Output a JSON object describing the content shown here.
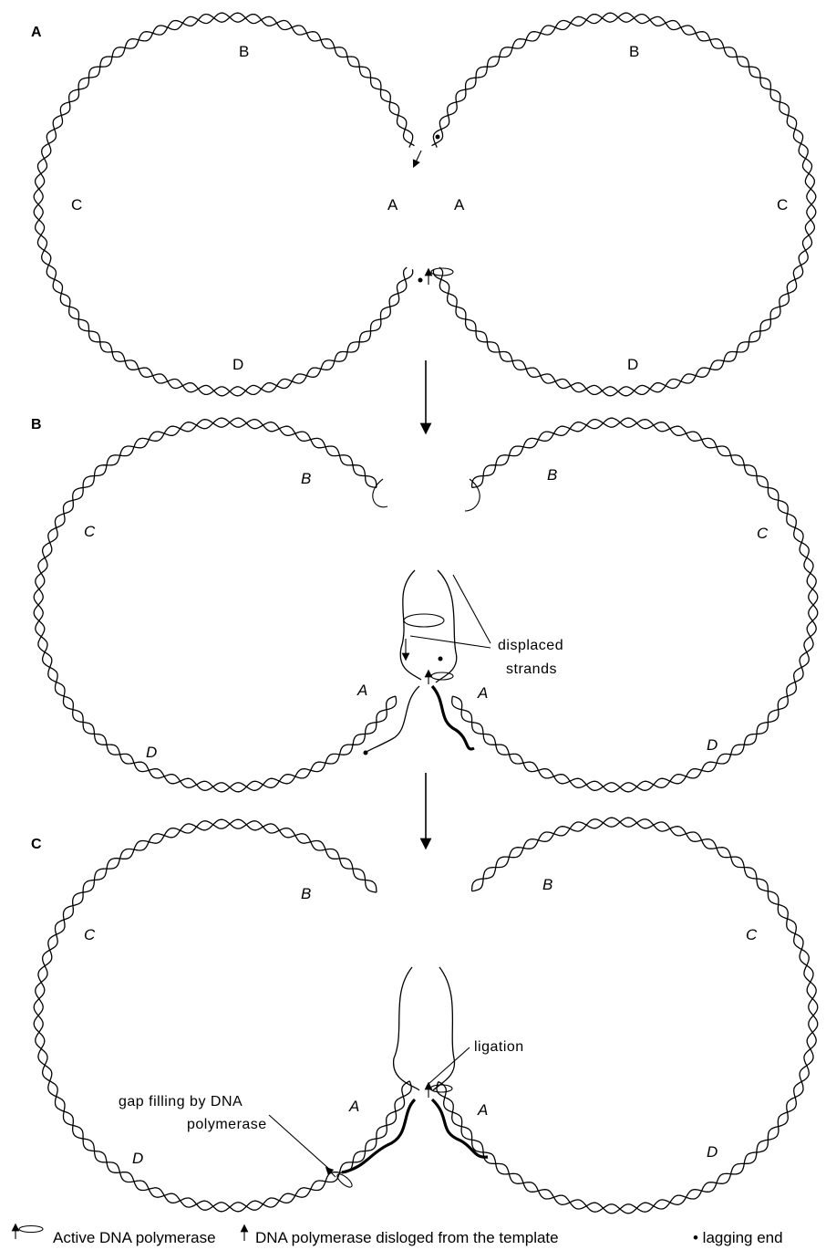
{
  "panels": {
    "a": {
      "label": "A",
      "circle_labels": {
        "left_top": "B",
        "left_side": "C",
        "left_inner": "A",
        "left_bottom": "D",
        "right_top": "B",
        "right_side": "C",
        "right_inner": "A",
        "right_bottom": "D"
      }
    },
    "b": {
      "label": "B",
      "circle_labels": {
        "left_top": "B",
        "left_side": "C",
        "left_inner": "A",
        "left_bottom": "D",
        "right_top": "B",
        "right_side": "C",
        "right_inner": "A",
        "right_bottom": "D"
      },
      "annotation": [
        "displaced",
        "strands"
      ]
    },
    "c": {
      "label": "C",
      "circle_labels": {
        "left_top": "B",
        "left_side": "C",
        "left_inner": "A",
        "left_bottom": "D",
        "right_top": "B",
        "right_side": "C",
        "right_inner": "A",
        "right_bottom": "D"
      },
      "annotation_ligation": "ligation",
      "annotation_gap": [
        "gap filling by DNA",
        "polymerase"
      ]
    }
  },
  "legend": {
    "active": "Active DNA polymerase",
    "dislodged": "DNA polymerase disloged from the template",
    "lagging": "• lagging end"
  }
}
